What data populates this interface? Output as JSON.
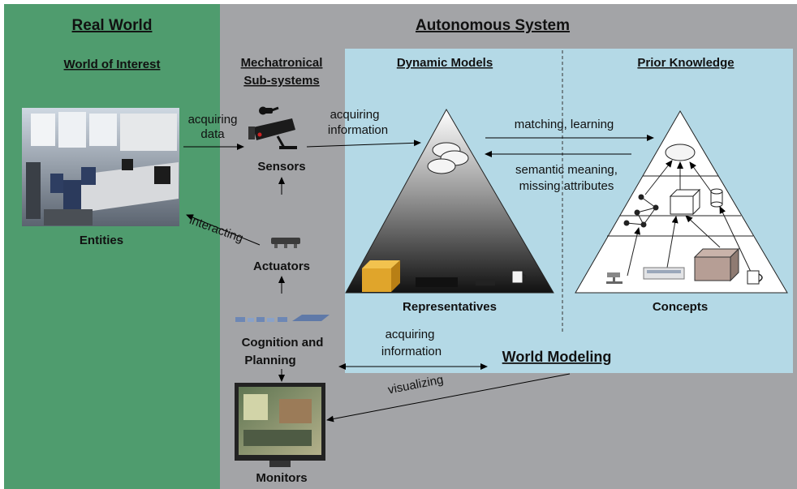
{
  "regions": {
    "real_world": "Real World",
    "autonomous_system": "Autonomous System"
  },
  "columns": {
    "world_of_interest": "World of Interest",
    "mechatronical_line1": "Mechatronical",
    "mechatronical_line2": "Sub-systems",
    "dynamic_models": "Dynamic Models",
    "prior_knowledge": "Prior Knowledge"
  },
  "nodes": {
    "entities": "Entities",
    "sensors": "Sensors",
    "actuators": "Actuators",
    "cognition_line1": "Cognition and",
    "cognition_line2": "Planning",
    "monitors": "Monitors",
    "representatives": "Representatives",
    "concepts": "Concepts",
    "world_modeling": "World Modeling"
  },
  "edges": {
    "acquiring_data_1": "acquiring",
    "acquiring_data_2": "data",
    "acquiring_info_1": "acquiring",
    "acquiring_info_2": "information",
    "matching_learning": "matching, learning",
    "semantic_1": "semantic meaning,",
    "semantic_2": "missing attributes",
    "interacting": "interacting",
    "acquiring_info_b1": "acquiring",
    "acquiring_info_b2": "information",
    "visualizing": "visualizing"
  },
  "colors": {
    "real_world_bg": "#4f9c6e",
    "autonomous_bg": "#a3a4a7",
    "models_bg": "#b4d9e6",
    "edge": "#000000"
  },
  "icons": [
    "camera-icon",
    "flashlight-icon",
    "cloud-icon",
    "cube-icon",
    "cylinder-icon",
    "mug-icon",
    "chair-icon",
    "monitor-icon",
    "keyboard-icon",
    "robot-arm-icon"
  ]
}
